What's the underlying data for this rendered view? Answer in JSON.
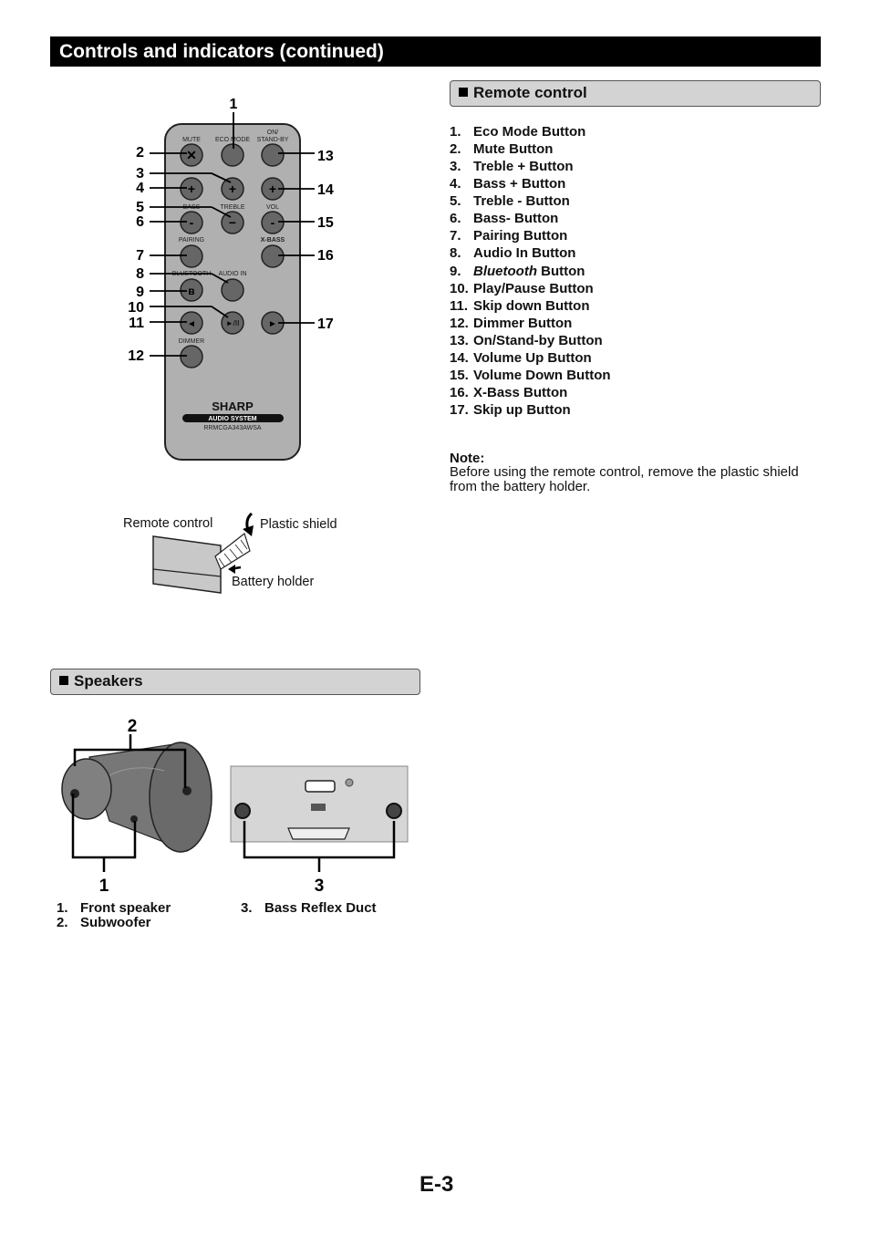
{
  "page_title": "Controls and indicators (continued)",
  "remote_section": {
    "heading": "Remote control",
    "items": [
      {
        "num": "1.",
        "label": "Eco Mode Button"
      },
      {
        "num": "2.",
        "label": "Mute Button"
      },
      {
        "num": "3.",
        "label": "Treble + Button"
      },
      {
        "num": "4.",
        "label": "Bass + Button"
      },
      {
        "num": "5.",
        "label": "Treble - Button"
      },
      {
        "num": "6.",
        "label": "Bass- Button"
      },
      {
        "num": "7.",
        "label": "Pairing Button"
      },
      {
        "num": "8.",
        "label": "Audio In Button"
      },
      {
        "num": "9.",
        "label_italic": "Bluetooth",
        "label_rest": " Button"
      },
      {
        "num": "10.",
        "label": "Play/Pause Button"
      },
      {
        "num": "11.",
        "label": "Skip down Button"
      },
      {
        "num": "12.",
        "label": "Dimmer Button"
      },
      {
        "num": "13.",
        "label": "On/Stand-by Button"
      },
      {
        "num": "14.",
        "label": "Volume Up Button"
      },
      {
        "num": "15.",
        "label": "Volume Down Button"
      },
      {
        "num": "16.",
        "label": "X-Bass Button"
      },
      {
        "num": "17.",
        "label": "Skip up Button"
      }
    ],
    "note_heading": "Note:",
    "note_text": "Before using the remote control, remove the plastic shield from the battery holder."
  },
  "remote_figure": {
    "callouts": [
      "1",
      "2",
      "3",
      "4",
      "5",
      "6",
      "7",
      "8",
      "9",
      "10",
      "11",
      "12",
      "13",
      "14",
      "15",
      "16",
      "17"
    ],
    "button_labels": {
      "mute": "MUTE",
      "eco_mode": "ECO MODE",
      "on_standby_1": "ON/",
      "on_standby_2": "STAND-BY",
      "bass": "BASS",
      "treble": "TREBLE",
      "vol": "VOL",
      "pairing": "PAIRING",
      "x_bass": "X-BASS",
      "bluetooth": "BLUETOOTH",
      "audio_in": "AUDIO IN",
      "dimmer": "DIMMER",
      "play_pause": "►/II"
    },
    "brand": "SHARP",
    "product_line": "AUDIO SYSTEM",
    "model": "RRMCGA343AWSA"
  },
  "shield_figure": {
    "remote_label": "Remote control",
    "shield_label": "Plastic shield",
    "holder_label": "Battery holder"
  },
  "speakers_section": {
    "heading": "Speakers",
    "callouts": [
      "1",
      "2",
      "3"
    ],
    "items_left": [
      {
        "num": "1.",
        "label": "Front speaker"
      },
      {
        "num": "2.",
        "label": "Subwoofer"
      }
    ],
    "items_right": [
      {
        "num": "3.",
        "label": "Bass Reflex Duct"
      }
    ]
  },
  "page_number": "E-3"
}
